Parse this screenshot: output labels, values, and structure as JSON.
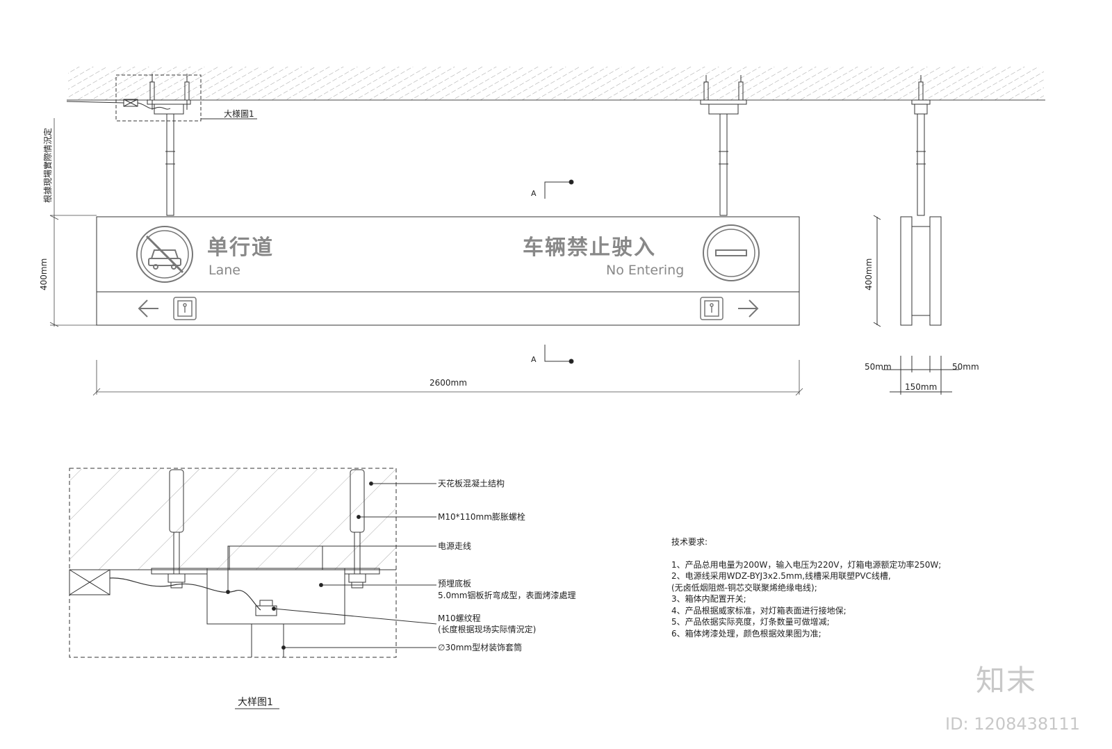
{
  "sign": {
    "left_cn": "单行道",
    "left_en": "Lane",
    "right_cn": "车辆禁止驶入",
    "right_en": "No Entering"
  },
  "labels": {
    "detail_ref": "大様圖1",
    "section_top": "A",
    "section_bottom": "A",
    "vertical_note": "根據現場實際情況定",
    "height_left": "400mm",
    "height_right": "400mm",
    "width": "2600mm",
    "side_left": "50mm",
    "side_right": "50mm",
    "side_total": "150mm"
  },
  "detail": {
    "title": "大样图1",
    "callouts": [
      "天花板混凝土结构",
      "M10*110mm膨胀螺栓",
      "电源走线",
      "预埋底板",
      "5.0mm铟板折弯成型，表面烤漆處理",
      "M10螺纹程",
      "(长度根据现场实际情況定)",
      "∅30mm型材装饰套筒"
    ]
  },
  "notes": {
    "title": "技术要求:",
    "items": [
      "1、产品总用电量为200W，输入电压为220V，灯箱电源额定功率250W;",
      "2、电源线采用WDZ-BYJ3x2.5mm,线槽采用联塑PVC线槽,",
      "(无卤低烟阻燃-铜芯交联聚烯绝缘电线);",
      "3、箱体内配置开关;",
      "4、产品根据威家标准，对灯箱表面进行接地保;",
      "5、产品依据实际亮度，灯条数量可做增减;",
      "6、箱体烤漆处理，颜色根据效果图为准;"
    ]
  },
  "watermark": {
    "brand": "知末",
    "id": "ID: 1208438111"
  }
}
